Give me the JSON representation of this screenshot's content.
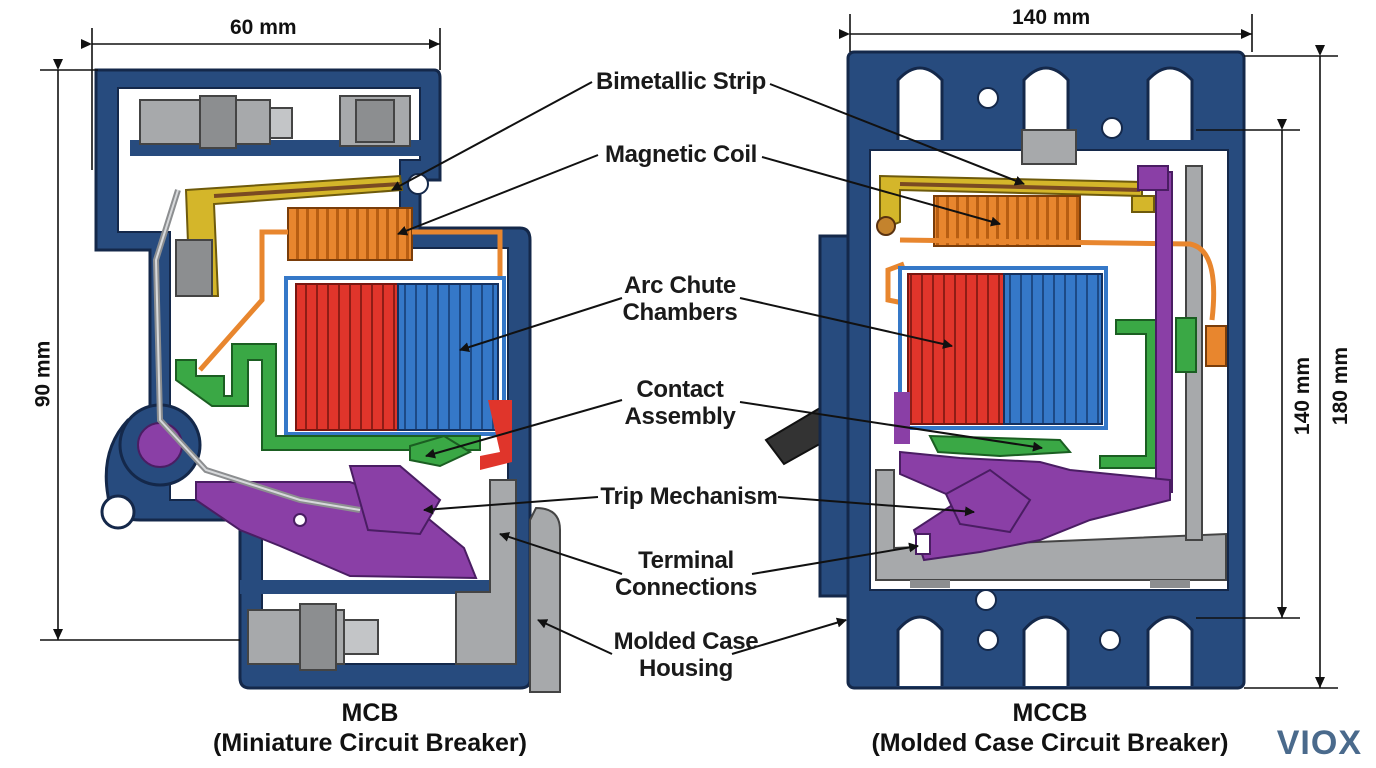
{
  "dimensions": {
    "mcb_width": "60 mm",
    "mcb_height": "90 mm",
    "mccb_width": "140 mm",
    "mccb_inner_height": "140 mm",
    "mccb_height": "180 mm"
  },
  "labels": {
    "bimetallic_strip": "Bimetallic Strip",
    "magnetic_coil": "Magnetic Coil",
    "arc_chute_line1": "Arc Chute",
    "arc_chute_line2": "Chambers",
    "contact_line1": "Contact",
    "contact_line2": "Assembly",
    "trip_mechanism": "Trip Mechanism",
    "terminal_line1": "Terminal",
    "terminal_line2": "Connections",
    "housing_line1": "Molded Case",
    "housing_line2": "Housing"
  },
  "titles": {
    "mcb_line1": "MCB",
    "mcb_line2": "(Miniature Circuit Breaker)",
    "mccb_line1": "MCCB",
    "mccb_line2": "(Molded Case Circuit Breaker)"
  },
  "brand": "VIOX",
  "colors": {
    "housing": "#274b7e",
    "bimetal": "#d4b62a",
    "coil": "#e8862e",
    "arc_red": "#e0352b",
    "arc_blue": "#3578c8",
    "contact": "#3aa845",
    "trip": "#8a3fa6",
    "terminal": "#a7a9ab"
  }
}
